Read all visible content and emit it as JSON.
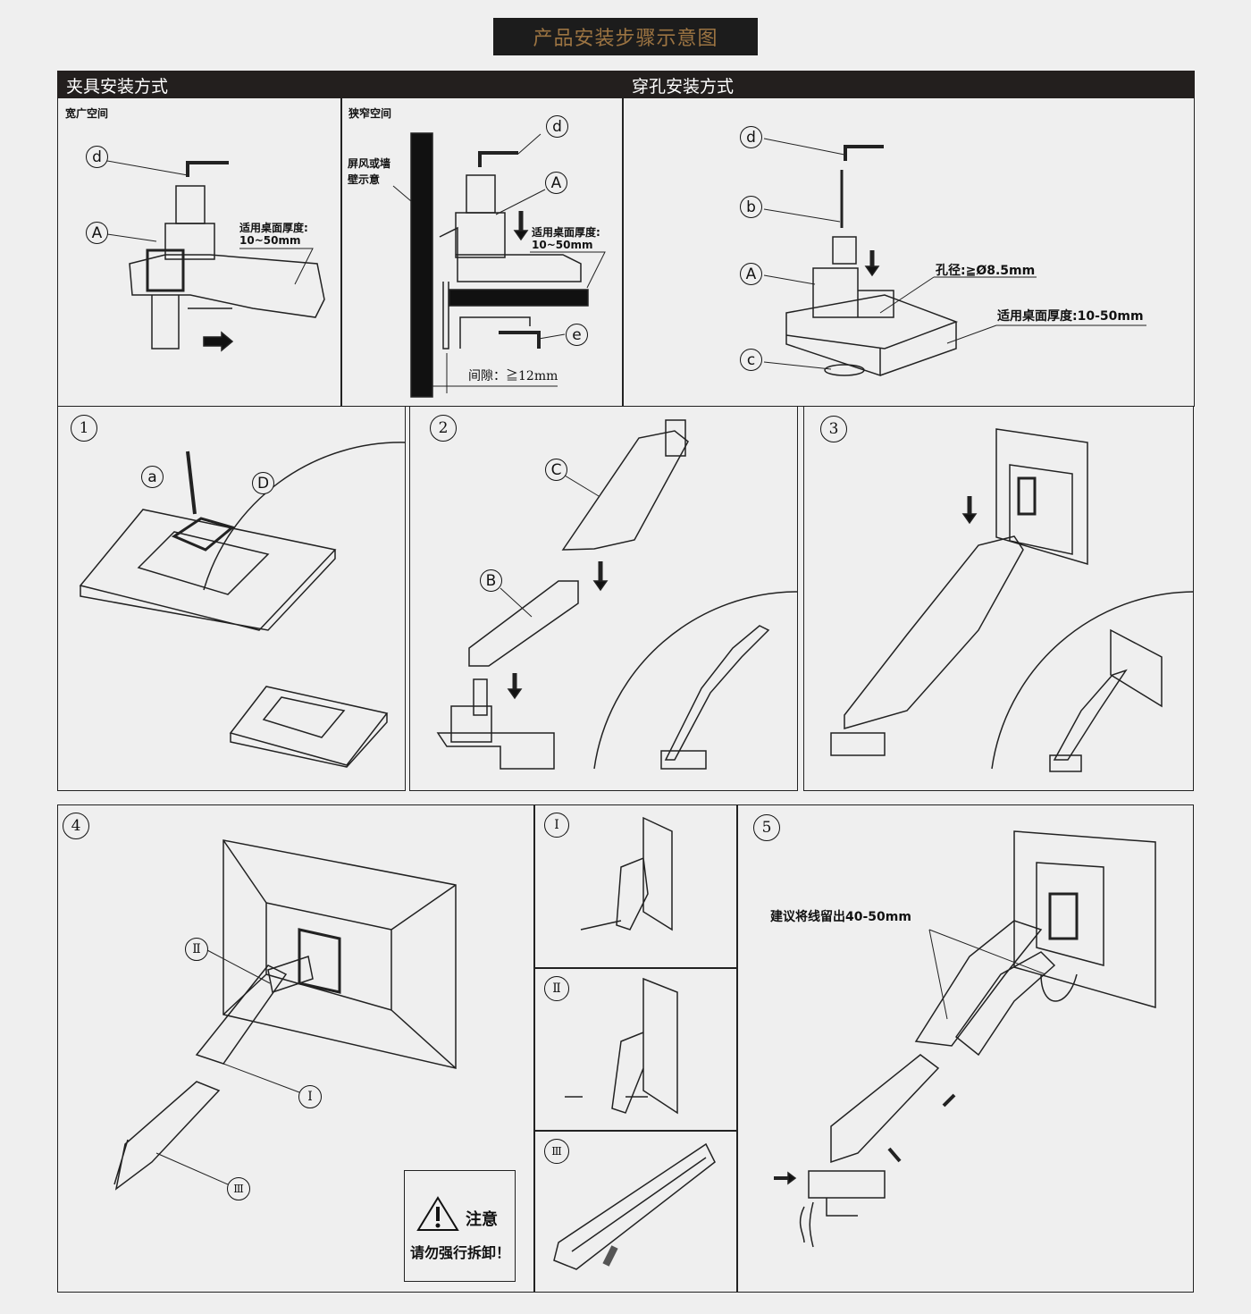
{
  "header": {
    "title": "产品安装步骤示意图"
  },
  "clamp": {
    "title": "夹具安装方式",
    "wide": {
      "label": "宽广空间",
      "thickness": "适用桌面厚度:",
      "range": "10~50mm",
      "callouts": [
        "d",
        "A"
      ]
    },
    "narrow": {
      "label": "狭窄空间",
      "wall": "屏风或墙\n壁示意",
      "thickness": "适用桌面厚度:",
      "range": "10~50mm",
      "gap": "间隙：≧12mm",
      "callouts": [
        "d",
        "A",
        "e"
      ]
    }
  },
  "grommet": {
    "title": "穿孔安装方式",
    "hole": "孔径:≧Ø8.5mm",
    "thickness": "适用桌面厚度:10-50mm",
    "callouts": [
      "d",
      "b",
      "A",
      "c"
    ]
  },
  "steps": [
    {
      "num": "1",
      "callouts": [
        "a",
        "D"
      ]
    },
    {
      "num": "2",
      "callouts": [
        "C",
        "B"
      ]
    },
    {
      "num": "3"
    },
    {
      "num": "4",
      "callouts": [
        "Ⅱ",
        "Ⅰ",
        "Ⅲ"
      ]
    },
    {
      "num": "5",
      "note": "建议将线留出40-50mm"
    }
  ],
  "substeps": [
    "Ⅰ",
    "Ⅱ",
    "Ⅲ"
  ],
  "warning": {
    "title": "注意",
    "text": "请勿强行拆卸！"
  },
  "colors": {
    "header_bg": "#1c1c1c",
    "header_text": "#9c7442",
    "bar_bg": "#231f1e"
  }
}
